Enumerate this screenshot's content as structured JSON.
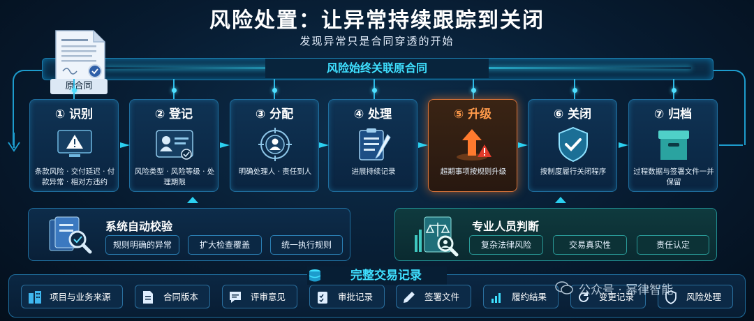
{
  "header": {
    "title": "风险处置：让异常持续跟踪到关闭",
    "subtitle": "发现异常只是合同穿透的开始"
  },
  "link_bar": {
    "label": "风险始终关联原合同"
  },
  "contract": {
    "label": "原合同"
  },
  "steps": [
    {
      "title": "① 识别",
      "desc": "条款风险 · 交付延迟 · 付款异常 · 相对方违约",
      "icon": "warning-monitor-icon"
    },
    {
      "title": "② 登记",
      "desc": "风险类型 · 风险等级 · 处理期限",
      "icon": "id-card-icon"
    },
    {
      "title": "③ 分配",
      "desc": "明确处理人 · 责任到人",
      "icon": "target-person-icon"
    },
    {
      "title": "④ 处理",
      "desc": "进展持续记录",
      "icon": "clipboard-pen-icon"
    },
    {
      "title": "⑤ 升级",
      "desc": "超期事项按规则升级",
      "icon": "escalate-arrow-icon",
      "highlight": true
    },
    {
      "title": "⑥ 关闭",
      "desc": "按制度履行关闭程序",
      "icon": "shield-check-icon"
    },
    {
      "title": "⑦ 归档",
      "desc": "过程数据与签署文件一并保留",
      "icon": "archive-box-icon"
    }
  ],
  "auto_check": {
    "title": "系统自动校验",
    "chips": [
      "规则明确的异常",
      "扩大检查覆盖",
      "统一执行规则"
    ]
  },
  "expert": {
    "title": "专业人员判断",
    "chips": [
      "复杂法律风险",
      "交易真实性",
      "责任认定"
    ]
  },
  "records": {
    "title": "完整交易记录",
    "items": [
      {
        "label": "项目与业务来源",
        "icon": "building-icon"
      },
      {
        "label": "合同版本",
        "icon": "document-icon"
      },
      {
        "label": "评审意见",
        "icon": "comment-icon"
      },
      {
        "label": "审批记录",
        "icon": "checklist-icon"
      },
      {
        "label": "签署文件",
        "icon": "pen-icon"
      },
      {
        "label": "履约结果",
        "icon": "bar-chart-icon"
      },
      {
        "label": "变更记录",
        "icon": "refresh-icon"
      },
      {
        "label": "风险处理",
        "icon": "shield-icon"
      }
    ]
  },
  "watermark": "公众号 · 幂律智能",
  "colors": {
    "accent": "#34e0ff",
    "highlight": "#ff8a3c",
    "background": "#06182b"
  }
}
